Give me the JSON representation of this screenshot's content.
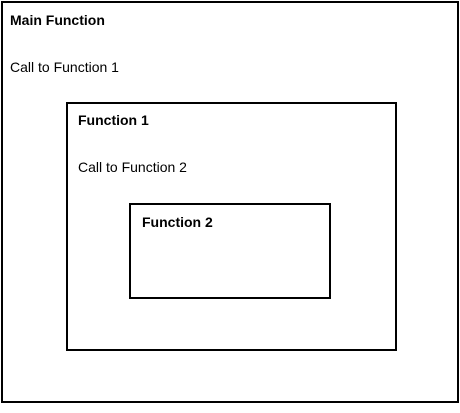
{
  "main_function": {
    "title": "Main Function",
    "call_label": "Call to Function 1"
  },
  "function_1": {
    "title": "Function 1",
    "call_label": "Call to Function 2"
  },
  "function_2": {
    "title": "Function 2"
  }
}
